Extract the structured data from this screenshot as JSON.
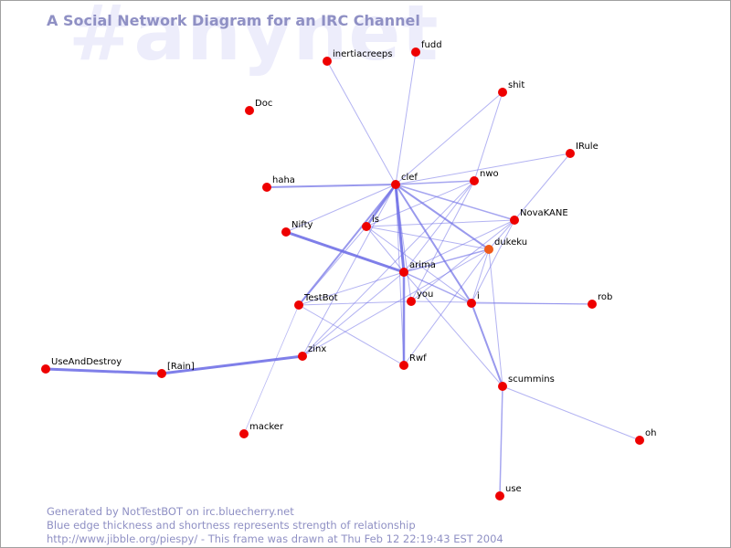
{
  "title": "A Social Network Diagram for an IRC Channel",
  "watermark": "#anynet",
  "footer": {
    "line1": "Generated by NotTestBOT on irc.bluecherry.net",
    "line2": "Blue edge thickness and shortness represents strength of relationship",
    "line3": "http://www.jibble.org/piespy/ - This frame was drawn at Thu Feb 12 22:19:43 EST 2004"
  },
  "colors": {
    "node": "#ee0000",
    "node_highlight": "#f05a1a",
    "edge": "#6f6fe6",
    "title": "#8f90c4",
    "watermark": "#ededfb"
  },
  "nodes": [
    {
      "id": "inertiacreeps",
      "label": "inertiacreeps"
    },
    {
      "id": "fudd",
      "label": "fudd"
    },
    {
      "id": "shit",
      "label": "shit"
    },
    {
      "id": "Doc",
      "label": "Doc"
    },
    {
      "id": "IRule",
      "label": "IRule"
    },
    {
      "id": "haha",
      "label": "haha"
    },
    {
      "id": "clef",
      "label": "clef"
    },
    {
      "id": "nwo",
      "label": "nwo"
    },
    {
      "id": "Nifty",
      "label": "Nifty"
    },
    {
      "id": "is",
      "label": "is"
    },
    {
      "id": "NovaKANE",
      "label": "NovaKANE"
    },
    {
      "id": "dukeku",
      "label": "dukeku",
      "highlight": true
    },
    {
      "id": "arima",
      "label": "arima"
    },
    {
      "id": "TestBot",
      "label": "TestBot"
    },
    {
      "id": "you",
      "label": "you"
    },
    {
      "id": "i",
      "label": "i"
    },
    {
      "id": "rob",
      "label": "rob"
    },
    {
      "id": "UseAndDestroy",
      "label": "UseAndDestroy"
    },
    {
      "id": "Rain",
      "label": "[Rain]"
    },
    {
      "id": "zinx",
      "label": "zinx"
    },
    {
      "id": "Rwf",
      "label": "Rwf"
    },
    {
      "id": "scummins",
      "label": "scummins"
    },
    {
      "id": "macker",
      "label": "macker"
    },
    {
      "id": "oh",
      "label": "oh"
    },
    {
      "id": "use",
      "label": "use"
    }
  ],
  "edges": [
    {
      "from": "UseAndDestroy",
      "to": "Rain",
      "weight": 3
    },
    {
      "from": "Rain",
      "to": "zinx",
      "weight": 3
    },
    {
      "from": "Nifty",
      "to": "arima",
      "weight": 3
    },
    {
      "from": "clef",
      "to": "arima",
      "weight": 3
    },
    {
      "from": "arima",
      "to": "Rwf",
      "weight": 2.5
    },
    {
      "from": "clef",
      "to": "is",
      "weight": 2.5
    },
    {
      "from": "clef",
      "to": "haha",
      "weight": 2
    },
    {
      "from": "clef",
      "to": "Nifty",
      "weight": 1
    },
    {
      "from": "clef",
      "to": "dukeku",
      "weight": 2
    },
    {
      "from": "clef",
      "to": "i",
      "weight": 2
    },
    {
      "from": "clef",
      "to": "Rwf",
      "weight": 1
    },
    {
      "from": "clef",
      "to": "TestBot",
      "weight": 2
    },
    {
      "from": "clef",
      "to": "inertiacreeps",
      "weight": 1
    },
    {
      "from": "clef",
      "to": "fudd",
      "weight": 1
    },
    {
      "from": "clef",
      "to": "shit",
      "weight": 1
    },
    {
      "from": "clef",
      "to": "nwo",
      "weight": 1.5
    },
    {
      "from": "clef",
      "to": "IRule",
      "weight": 1
    },
    {
      "from": "clef",
      "to": "NovaKANE",
      "weight": 1.5
    },
    {
      "from": "clef",
      "to": "you",
      "weight": 1
    },
    {
      "from": "clef",
      "to": "zinx",
      "weight": 1
    },
    {
      "from": "i",
      "to": "scummins",
      "weight": 2
    },
    {
      "from": "arima",
      "to": "i",
      "weight": 1.5
    },
    {
      "from": "arima",
      "to": "scummins",
      "weight": 1
    },
    {
      "from": "arima",
      "to": "dukeku",
      "weight": 1.5
    },
    {
      "from": "arima",
      "to": "NovaKANE",
      "weight": 1
    },
    {
      "from": "arima",
      "to": "nwo",
      "weight": 1
    },
    {
      "from": "arima",
      "to": "zinx",
      "weight": 1
    },
    {
      "from": "arima",
      "to": "TestBot",
      "weight": 1
    },
    {
      "from": "arima",
      "to": "is",
      "weight": 1
    },
    {
      "from": "is",
      "to": "NovaKANE",
      "weight": 1
    },
    {
      "from": "is",
      "to": "dukeku",
      "weight": 1
    },
    {
      "from": "is",
      "to": "nwo",
      "weight": 1
    },
    {
      "from": "is",
      "to": "i",
      "weight": 1
    },
    {
      "from": "is",
      "to": "TestBot",
      "weight": 1
    },
    {
      "from": "TestBot",
      "to": "you",
      "weight": 1
    },
    {
      "from": "TestBot",
      "to": "Rwf",
      "weight": 1
    },
    {
      "from": "TestBot",
      "to": "macker",
      "weight": 0.8
    },
    {
      "from": "you",
      "to": "nwo",
      "weight": 1
    },
    {
      "from": "you",
      "to": "rob",
      "weight": 1
    },
    {
      "from": "you",
      "to": "NovaKANE",
      "weight": 1
    },
    {
      "from": "i",
      "to": "rob",
      "weight": 1
    },
    {
      "from": "i",
      "to": "NovaKANE",
      "weight": 1
    },
    {
      "from": "i",
      "to": "dukeku",
      "weight": 1
    },
    {
      "from": "zinx",
      "to": "dukeku",
      "weight": 1
    },
    {
      "from": "zinx",
      "to": "nwo",
      "weight": 1
    },
    {
      "from": "Rwf",
      "to": "dukeku",
      "weight": 1
    },
    {
      "from": "dukeku",
      "to": "NovaKANE",
      "weight": 1
    },
    {
      "from": "nwo",
      "to": "shit",
      "weight": 1
    },
    {
      "from": "NovaKANE",
      "to": "IRule",
      "weight": 1
    },
    {
      "from": "scummins",
      "to": "oh",
      "weight": 1
    },
    {
      "from": "scummins",
      "to": "use",
      "weight": 1.5
    },
    {
      "from": "scummins",
      "to": "dukeku",
      "weight": 1
    }
  ]
}
